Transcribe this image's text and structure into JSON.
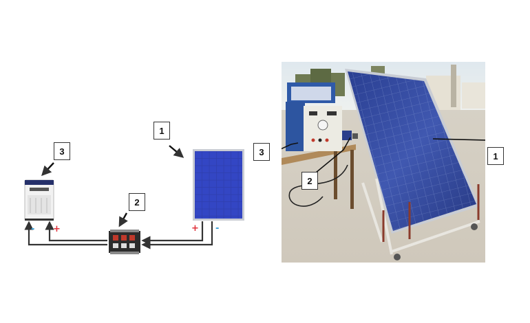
{
  "figure": {
    "colors": {
      "panel_blue": "#2f3fb0",
      "panel_frame": "#c9ccd3",
      "wire": "#333333",
      "positive": "#e0303a",
      "negative": "#3aa0d8"
    },
    "schematic": {
      "labels": {
        "panel": "1",
        "controller": "2",
        "battery_unit": "3"
      },
      "signs": {
        "panel_positive": "+",
        "panel_negative": "-",
        "battery_positive": "+",
        "battery_negative": "-"
      },
      "icons": [
        "solar-panel-icon",
        "charge-controller-icon",
        "battery-unit-icon"
      ]
    },
    "photo": {
      "labels": {
        "panel": "1",
        "controller": "2",
        "battery_unit": "3"
      }
    }
  }
}
